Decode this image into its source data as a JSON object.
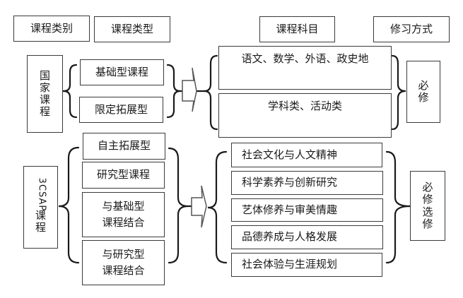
{
  "headers": {
    "category": "课程类别",
    "type": "课程类型",
    "subject": "课程科目",
    "study_mode": "修习方式"
  },
  "national": {
    "category_chars": [
      "国",
      "家",
      "课",
      "程"
    ],
    "types": [
      "基础型课程",
      "限定拓展型"
    ],
    "subjects": [
      "语文、数学、外语、政史地",
      "学科类、活动类"
    ],
    "mode_chars": [
      "必",
      "修"
    ]
  },
  "csap": {
    "category_latin": "3CSAP",
    "category_chars": [
      "课",
      "程"
    ],
    "types": [
      {
        "lines": [
          "自主拓展型"
        ]
      },
      {
        "lines": [
          "研究型课程"
        ]
      },
      {
        "lines": [
          "与基础型",
          "课程结合"
        ]
      },
      {
        "lines": [
          "与研究型",
          "课程结合"
        ]
      }
    ],
    "subjects": [
      "社会文化与人文精神",
      "科学素养与创新研究",
      "艺体修养与审美情趣",
      "品德养成与人格发展",
      "社会体验与生涯规划"
    ],
    "mode_chars": [
      "必",
      "修",
      "选",
      "修"
    ]
  }
}
